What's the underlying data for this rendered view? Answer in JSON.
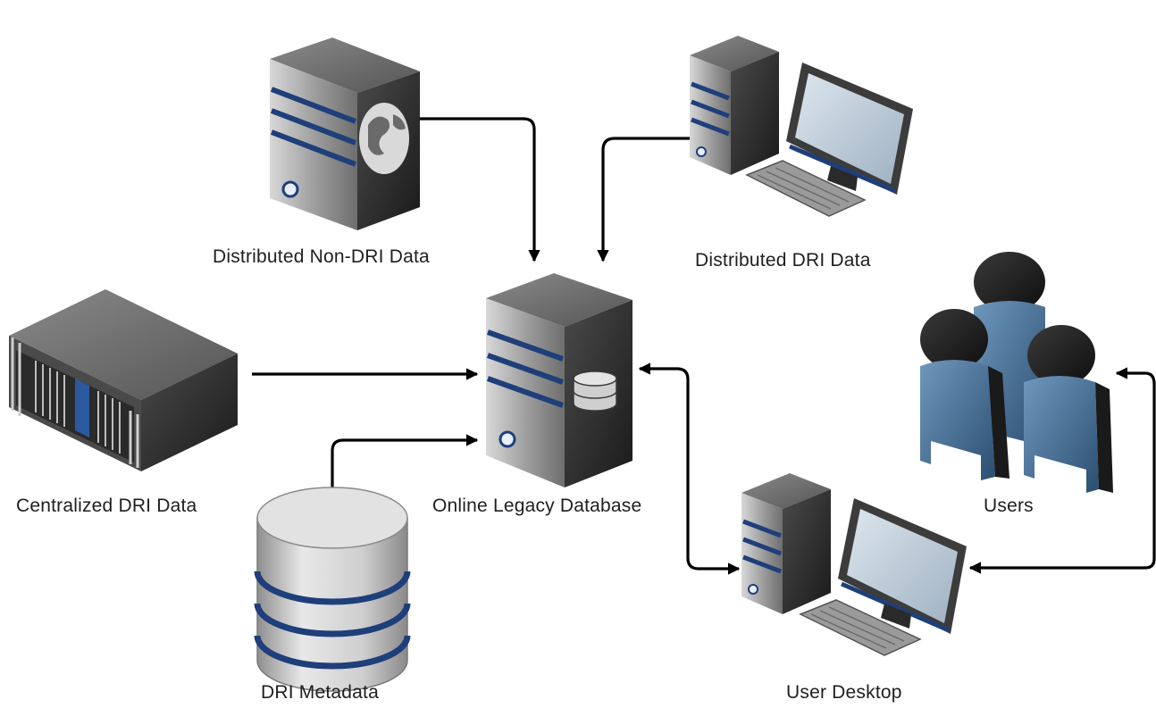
{
  "nodes": {
    "non_dri": {
      "label": "Distributed Non-DRI Data",
      "icon": "web-server-icon"
    },
    "dri": {
      "label": "Distributed DRI Data",
      "icon": "desktop-computer-icon"
    },
    "centralized": {
      "label": "Centralized DRI Data",
      "icon": "rack-server-icon"
    },
    "legacy": {
      "label": "Online Legacy Database",
      "icon": "database-server-icon"
    },
    "metadata": {
      "label": "DRI Metadata",
      "icon": "database-cylinder-icon"
    },
    "users": {
      "label": "Users",
      "icon": "users-group-icon"
    },
    "desktop": {
      "label": "User Desktop",
      "icon": "desktop-computer-icon"
    }
  },
  "colors": {
    "stripe": "#1f3f7a",
    "server_dark": "#3a3a3a",
    "server_light": "#b8b8b8",
    "user_blue": "#3e6a92",
    "arrow": "#000000",
    "label": "#202020"
  }
}
